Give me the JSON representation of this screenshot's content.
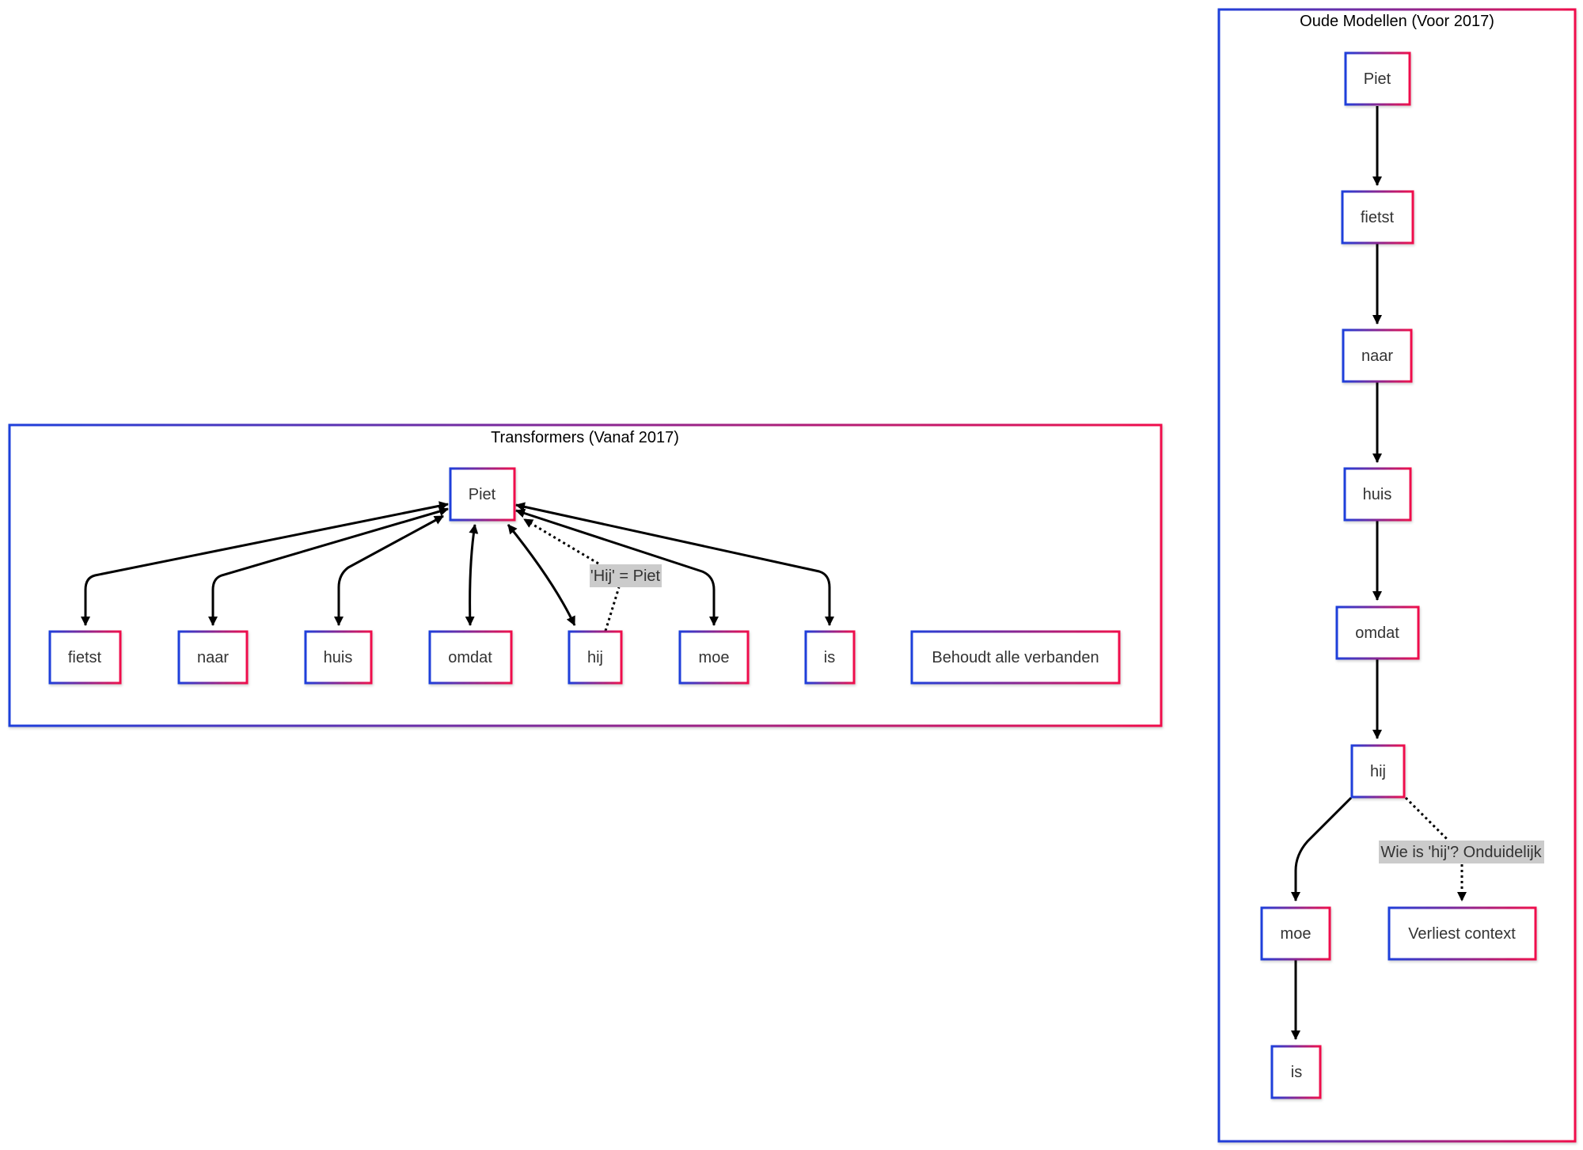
{
  "colors": {
    "gradient_start": "#1f3fdb",
    "gradient_end": "#f0104c",
    "edge": "#000000",
    "label_bg": "#c8c8c8",
    "text": "#333333"
  },
  "diagram": {
    "clusters": [
      {
        "id": "transformers",
        "title": "Transformers (Vanaf 2017)"
      },
      {
        "id": "oude",
        "title": "Oude Modellen (Voor 2017)"
      }
    ],
    "nodes": [
      {
        "id": "t_piet",
        "label": "Piet"
      },
      {
        "id": "t_fietst",
        "label": "fietst"
      },
      {
        "id": "t_naar",
        "label": "naar"
      },
      {
        "id": "t_huis",
        "label": "huis"
      },
      {
        "id": "t_omdat",
        "label": "omdat"
      },
      {
        "id": "t_hij",
        "label": "hij"
      },
      {
        "id": "t_moe",
        "label": "moe"
      },
      {
        "id": "t_is",
        "label": "is"
      },
      {
        "id": "t_behoudt",
        "label": "Behoudt alle verbanden"
      },
      {
        "id": "o_piet",
        "label": "Piet"
      },
      {
        "id": "o_fietst",
        "label": "fietst"
      },
      {
        "id": "o_naar",
        "label": "naar"
      },
      {
        "id": "o_huis",
        "label": "huis"
      },
      {
        "id": "o_omdat",
        "label": "omdat"
      },
      {
        "id": "o_hij",
        "label": "hij"
      },
      {
        "id": "o_moe",
        "label": "moe"
      },
      {
        "id": "o_is",
        "label": "is"
      },
      {
        "id": "o_verliest",
        "label": "Verliest context"
      }
    ],
    "edges": [
      {
        "id": "t_piet_fietst",
        "from": "t_piet",
        "to": "t_fietst",
        "style": "solid",
        "bidirectional": true
      },
      {
        "id": "t_piet_naar",
        "from": "t_piet",
        "to": "t_naar",
        "style": "solid",
        "bidirectional": true
      },
      {
        "id": "t_piet_huis",
        "from": "t_piet",
        "to": "t_huis",
        "style": "solid",
        "bidirectional": true
      },
      {
        "id": "t_piet_omdat",
        "from": "t_piet",
        "to": "t_omdat",
        "style": "solid",
        "bidirectional": true
      },
      {
        "id": "t_piet_hij",
        "from": "t_piet",
        "to": "t_hij",
        "style": "solid",
        "bidirectional": true
      },
      {
        "id": "t_piet_moe",
        "from": "t_piet",
        "to": "t_moe",
        "style": "solid",
        "bidirectional": true
      },
      {
        "id": "t_piet_is",
        "from": "t_piet",
        "to": "t_is",
        "style": "solid",
        "bidirectional": true
      },
      {
        "id": "t_hij_piet",
        "from": "t_hij",
        "to": "t_piet",
        "style": "dotted",
        "label": "'Hij' = Piet"
      },
      {
        "id": "o_piet_fietst",
        "from": "o_piet",
        "to": "o_fietst",
        "style": "solid"
      },
      {
        "id": "o_fietst_naar",
        "from": "o_fietst",
        "to": "o_naar",
        "style": "solid"
      },
      {
        "id": "o_naar_huis",
        "from": "o_naar",
        "to": "o_huis",
        "style": "solid"
      },
      {
        "id": "o_huis_omdat",
        "from": "o_huis",
        "to": "o_omdat",
        "style": "solid"
      },
      {
        "id": "o_omdat_hij",
        "from": "o_omdat",
        "to": "o_hij",
        "style": "solid"
      },
      {
        "id": "o_hij_moe",
        "from": "o_hij",
        "to": "o_moe",
        "style": "solid"
      },
      {
        "id": "o_moe_is",
        "from": "o_moe",
        "to": "o_is",
        "style": "solid"
      },
      {
        "id": "o_hij_verliest",
        "from": "o_hij",
        "to": "o_verliest",
        "style": "dotted",
        "label": "Wie is 'hij'? Onduidelijk"
      }
    ]
  }
}
